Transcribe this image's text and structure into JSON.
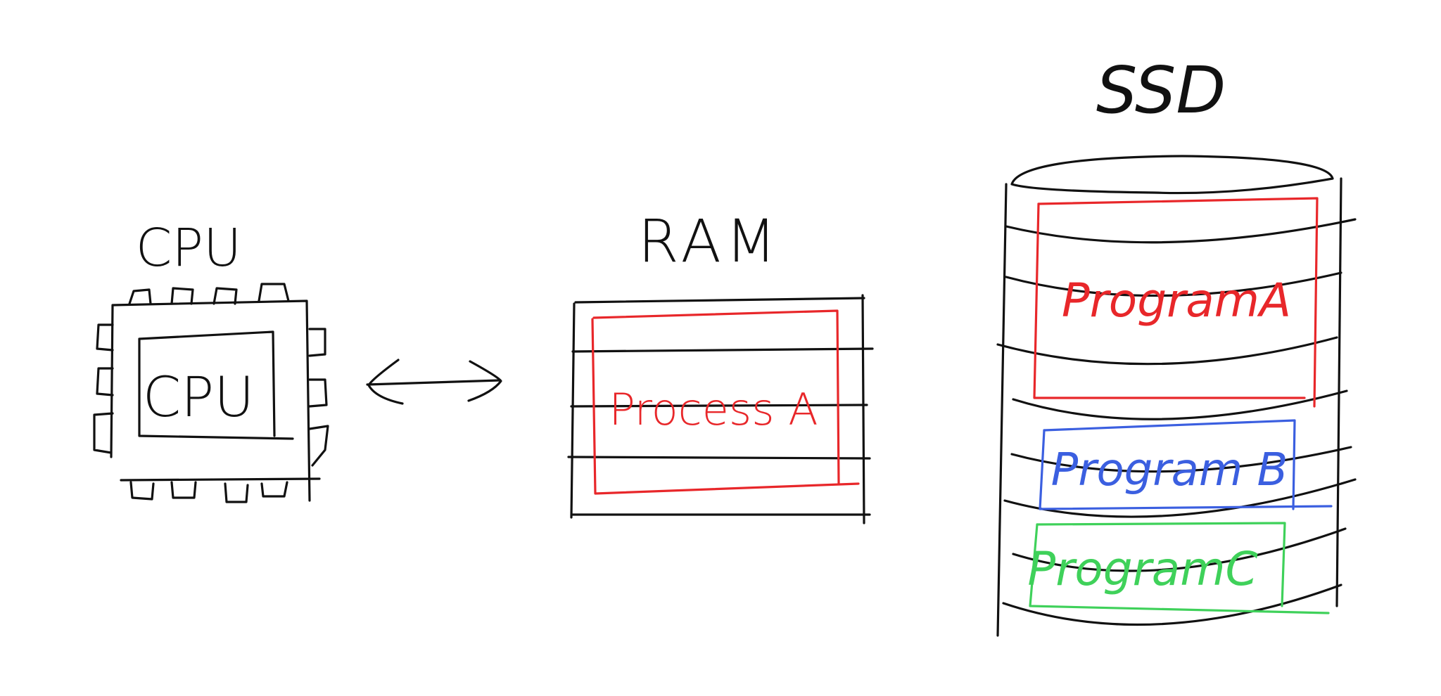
{
  "colors": {
    "ink": "#111111",
    "process_a": "#e8272a",
    "program_a": "#e8272a",
    "program_b": "#3b5fe0",
    "program_c": "#3fd15a",
    "background": "#ffffff"
  },
  "cpu": {
    "title": "CPU",
    "core_label": "CPU"
  },
  "link": {
    "icon": "double-arrow-icon"
  },
  "ram": {
    "title": "RAM",
    "process_label": "Process A"
  },
  "ssd": {
    "title": "SSD",
    "programs": [
      {
        "label": "ProgramA"
      },
      {
        "label": "Program B"
      },
      {
        "label": "ProgramC"
      }
    ]
  }
}
